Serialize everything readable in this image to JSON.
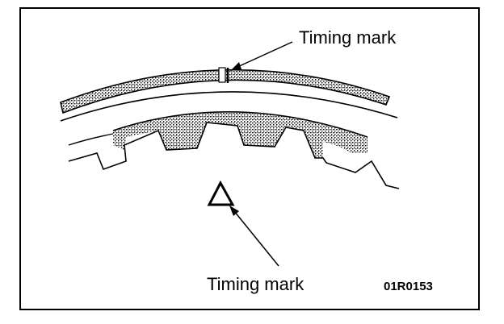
{
  "labels": {
    "top_timing_mark": "Timing mark",
    "bottom_timing_mark": "Timing mark",
    "figure_code": "01R0153"
  },
  "colors": {
    "ink": "#000000",
    "paper": "#ffffff",
    "shading": "#8a8a8a"
  }
}
